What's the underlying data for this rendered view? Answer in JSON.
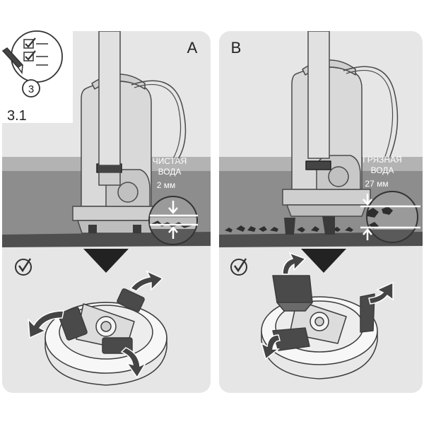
{
  "step": {
    "number": "3",
    "section": "3.1",
    "icon": "checklist-pencil-icon"
  },
  "panels": [
    {
      "letter": "A",
      "water_label_line1": "ЧИСТАЯ",
      "water_label_line2": "ВОДА",
      "gap_label": "2 мм",
      "check_icon": "check-circle-icon"
    },
    {
      "letter": "B",
      "water_label_line1": "ГРЯЗНАЯ",
      "water_label_line2": "ВОДА",
      "gap_label": "27 мм",
      "check_icon": "check-circle-icon"
    }
  ],
  "colors": {
    "panel_bg": "#e6e6e6",
    "water_dark": "#8b8b8b",
    "water_light": "#b9b9b9",
    "floor": "#505050",
    "outline": "#3c3c3c",
    "arrow": "#222222"
  }
}
